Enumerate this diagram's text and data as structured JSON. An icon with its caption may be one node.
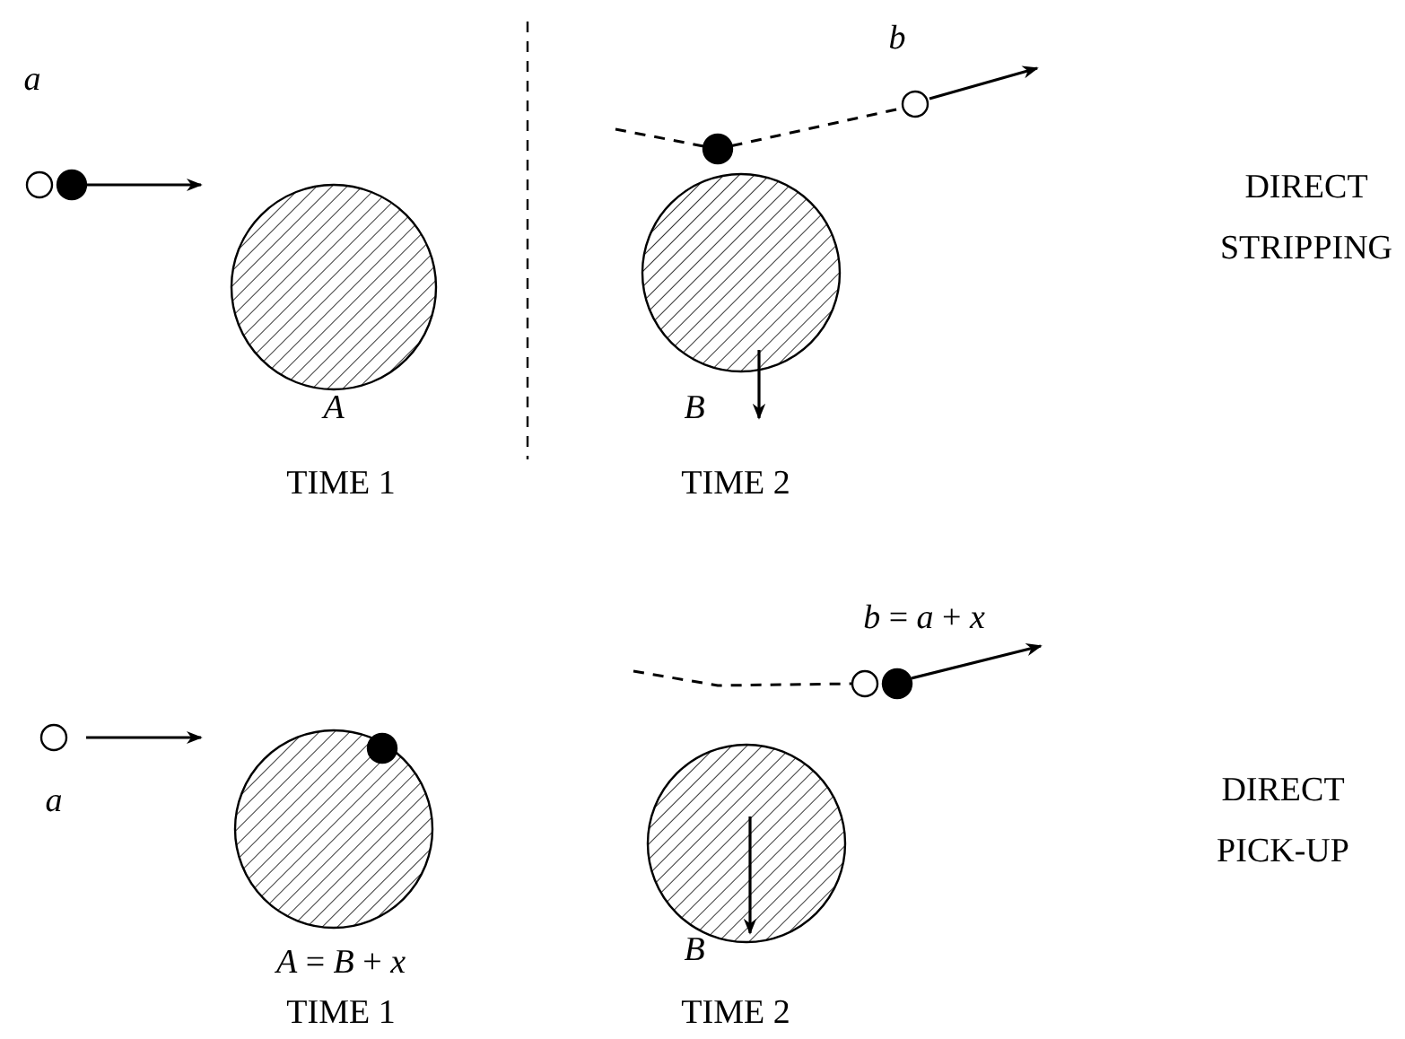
{
  "diagram": {
    "labels": [
      "a",
      "b",
      "DIRECT STRIPPING",
      "A",
      "B",
      "TIME 1",
      "TIME 2",
      "*b* = *a* + *x*",
      "DIRECT PICK-UP",
      "a",
      "*A* = *B* + *x*",
      "B",
      "TIME 1",
      "TIME 2"
    ]
  }
}
